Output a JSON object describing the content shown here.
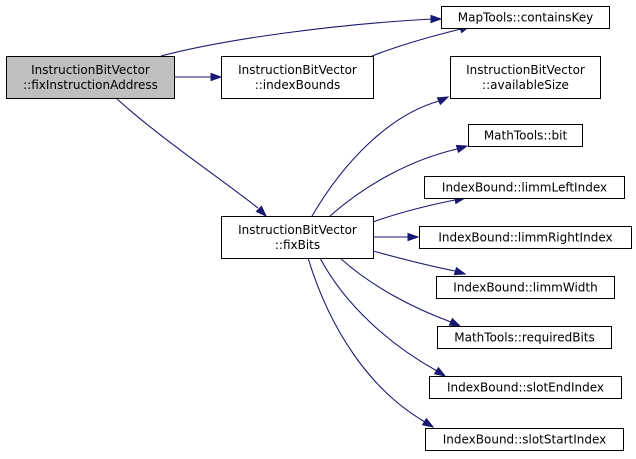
{
  "colors": {
    "edge": "#191970",
    "node_fill": "#ffffff",
    "root_fill": "#bfbfbf",
    "border": "#000000",
    "text": "#000000"
  },
  "nodes": [
    {
      "id": "root",
      "lines": [
        "InstructionBitVector",
        "::fixInstructionAddress"
      ],
      "root": true
    },
    {
      "id": "containsKey",
      "lines": [
        "MapTools::containsKey"
      ]
    },
    {
      "id": "indexBounds",
      "lines": [
        "InstructionBitVector",
        "::indexBounds"
      ]
    },
    {
      "id": "fixBits",
      "lines": [
        "InstructionBitVector",
        "::fixBits"
      ]
    },
    {
      "id": "availableSize",
      "lines": [
        "InstructionBitVector",
        "::availableSize"
      ]
    },
    {
      "id": "bit",
      "lines": [
        "MathTools::bit"
      ]
    },
    {
      "id": "limmLeftIndex",
      "lines": [
        "IndexBound::limmLeftIndex"
      ]
    },
    {
      "id": "limmRightIndex",
      "lines": [
        "IndexBound::limmRightIndex"
      ]
    },
    {
      "id": "limmWidth",
      "lines": [
        "IndexBound::limmWidth"
      ]
    },
    {
      "id": "requiredBits",
      "lines": [
        "MathTools::requiredBits"
      ]
    },
    {
      "id": "slotEndIndex",
      "lines": [
        "IndexBound::slotEndIndex"
      ]
    },
    {
      "id": "slotStartIndex",
      "lines": [
        "IndexBound::slotStartIndex"
      ]
    }
  ],
  "edges": [
    {
      "from": "root",
      "to": "containsKey"
    },
    {
      "from": "root",
      "to": "indexBounds"
    },
    {
      "from": "root",
      "to": "fixBits"
    },
    {
      "from": "indexBounds",
      "to": "containsKey"
    },
    {
      "from": "fixBits",
      "to": "availableSize"
    },
    {
      "from": "fixBits",
      "to": "bit"
    },
    {
      "from": "fixBits",
      "to": "limmLeftIndex"
    },
    {
      "from": "fixBits",
      "to": "limmRightIndex"
    },
    {
      "from": "fixBits",
      "to": "limmWidth"
    },
    {
      "from": "fixBits",
      "to": "requiredBits"
    },
    {
      "from": "fixBits",
      "to": "slotEndIndex"
    },
    {
      "from": "fixBits",
      "to": "slotStartIndex"
    }
  ]
}
